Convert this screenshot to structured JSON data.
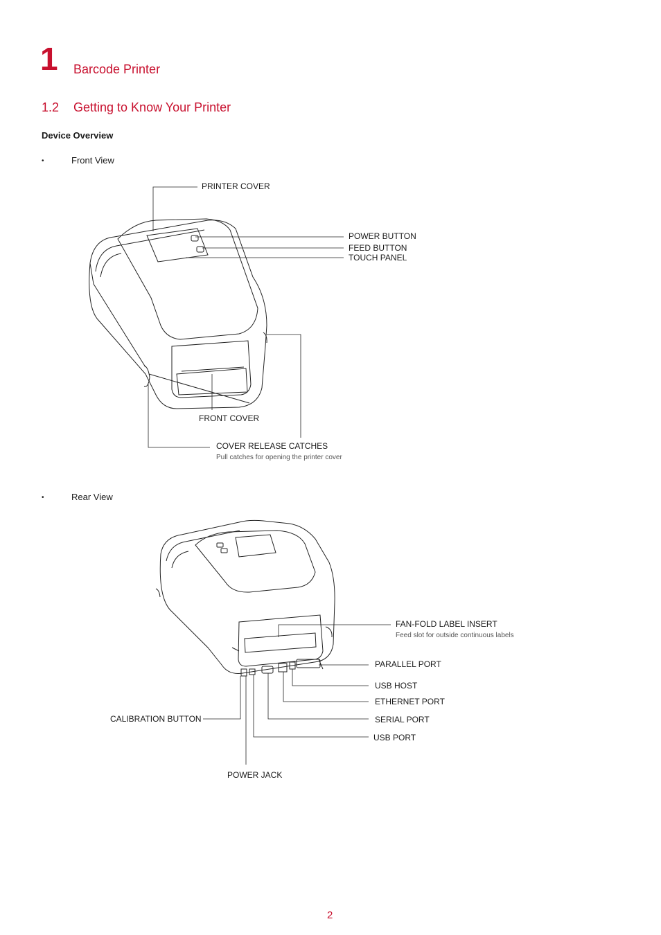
{
  "chapter": {
    "number": "1",
    "title": "Barcode Printer"
  },
  "section": {
    "number": "1.2",
    "title": "Getting to Know Your Printer"
  },
  "subheading": "Device Overview",
  "front_view": {
    "bullet": "•",
    "label": "Front View",
    "callouts": {
      "printer_cover": "PRINTER COVER",
      "power_button": "POWER BUTTON",
      "feed_button": "FEED BUTTON",
      "touch_panel": "TOUCH PANEL",
      "front_cover": "FRONT COVER",
      "cover_release_catches": "COVER RELEASE CATCHES",
      "cover_release_note": "Pull catches for opening the printer cover"
    }
  },
  "rear_view": {
    "bullet": "•",
    "label": "Rear View",
    "callouts": {
      "fan_fold_label_insert": "FAN-FOLD LABEL INSERT",
      "fan_fold_note": "Feed slot for outside continuous labels",
      "parallel_port": "PARALLEL PORT",
      "usb_host": "USB HOST",
      "ethernet_port": "ETHERNET PORT",
      "serial_port": "SERIAL PORT",
      "usb_port": "USB PORT",
      "calibration_button": "CALIBRATION BUTTON",
      "power_jack": "POWER JACK"
    }
  },
  "page_number": "2",
  "colors": {
    "accent": "#c8102e",
    "text": "#1a1a1a",
    "line": "#222222"
  }
}
